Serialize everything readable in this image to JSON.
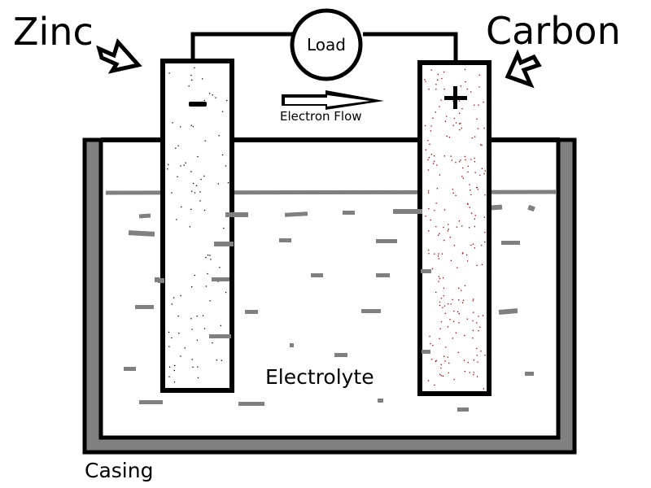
{
  "labels": {
    "zinc": "Zinc",
    "carbon": "Carbon",
    "load": "Load",
    "electron_flow": "Electron Flow",
    "electrolyte": "Electrolyte",
    "casing": "Casing",
    "negative_sign": "-",
    "positive_sign": "+"
  },
  "colors": {
    "outline": "#000000",
    "casing": "#808080",
    "electrolyte_level": "#808080",
    "particles": "#808080",
    "zinc_dots": "#000000",
    "carbon_dots": "#8b0000",
    "background": "#ffffff"
  }
}
